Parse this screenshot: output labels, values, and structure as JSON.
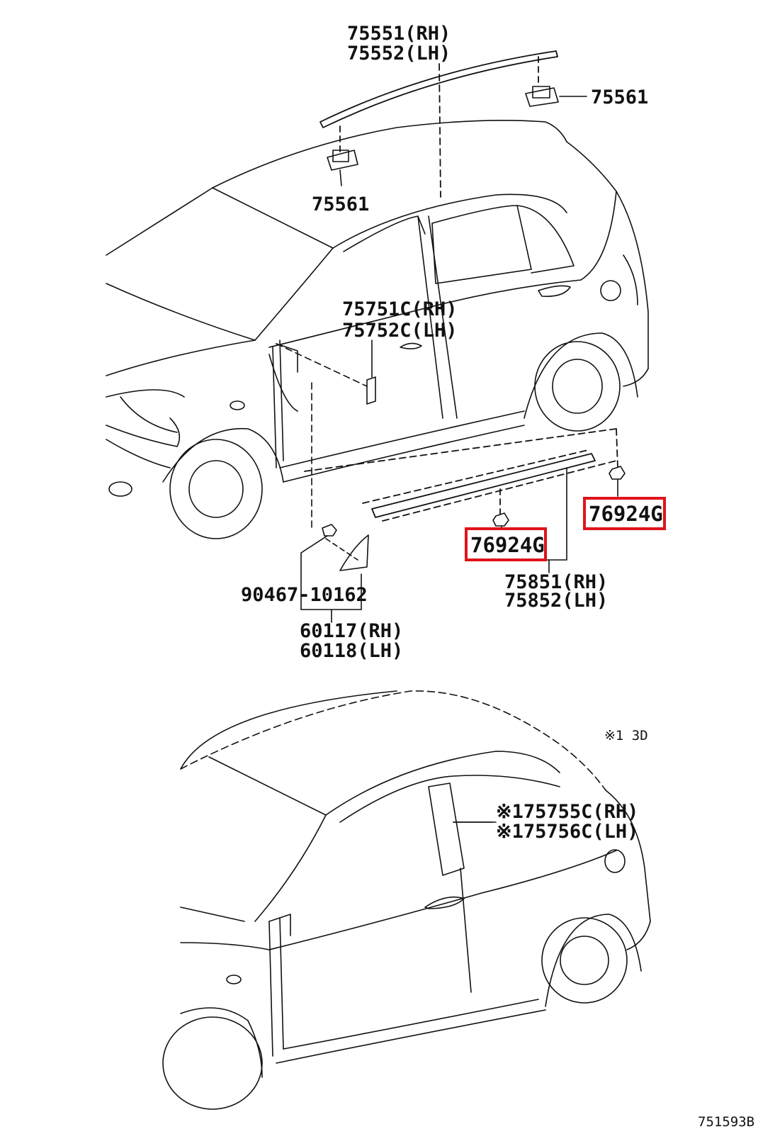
{
  "diagram": {
    "colors": {
      "line": "#111111",
      "highlight": "#e0131a",
      "background": "#ffffff"
    },
    "labels": {
      "roof_rh": "75551(RH)",
      "roof_lh": "75552(LH)",
      "clip_rear": "75561",
      "clip_front": "75561",
      "door_rh": "75751C(RH)",
      "door_lh": "75752C(LH)",
      "nut_rear": "76924G",
      "nut_front": "76924G",
      "rocker_rh": "75851(RH)",
      "rocker_lh": "75852(LH)",
      "screw": "90467-10162",
      "cover_rh": "60117(RH)",
      "cover_lh": "60118(LH)",
      "note_3d": "※1 3D",
      "pillar_rh": "※175755C(RH)",
      "pillar_lh": "※175756C(LH)",
      "drawing_id": "751593B"
    }
  }
}
